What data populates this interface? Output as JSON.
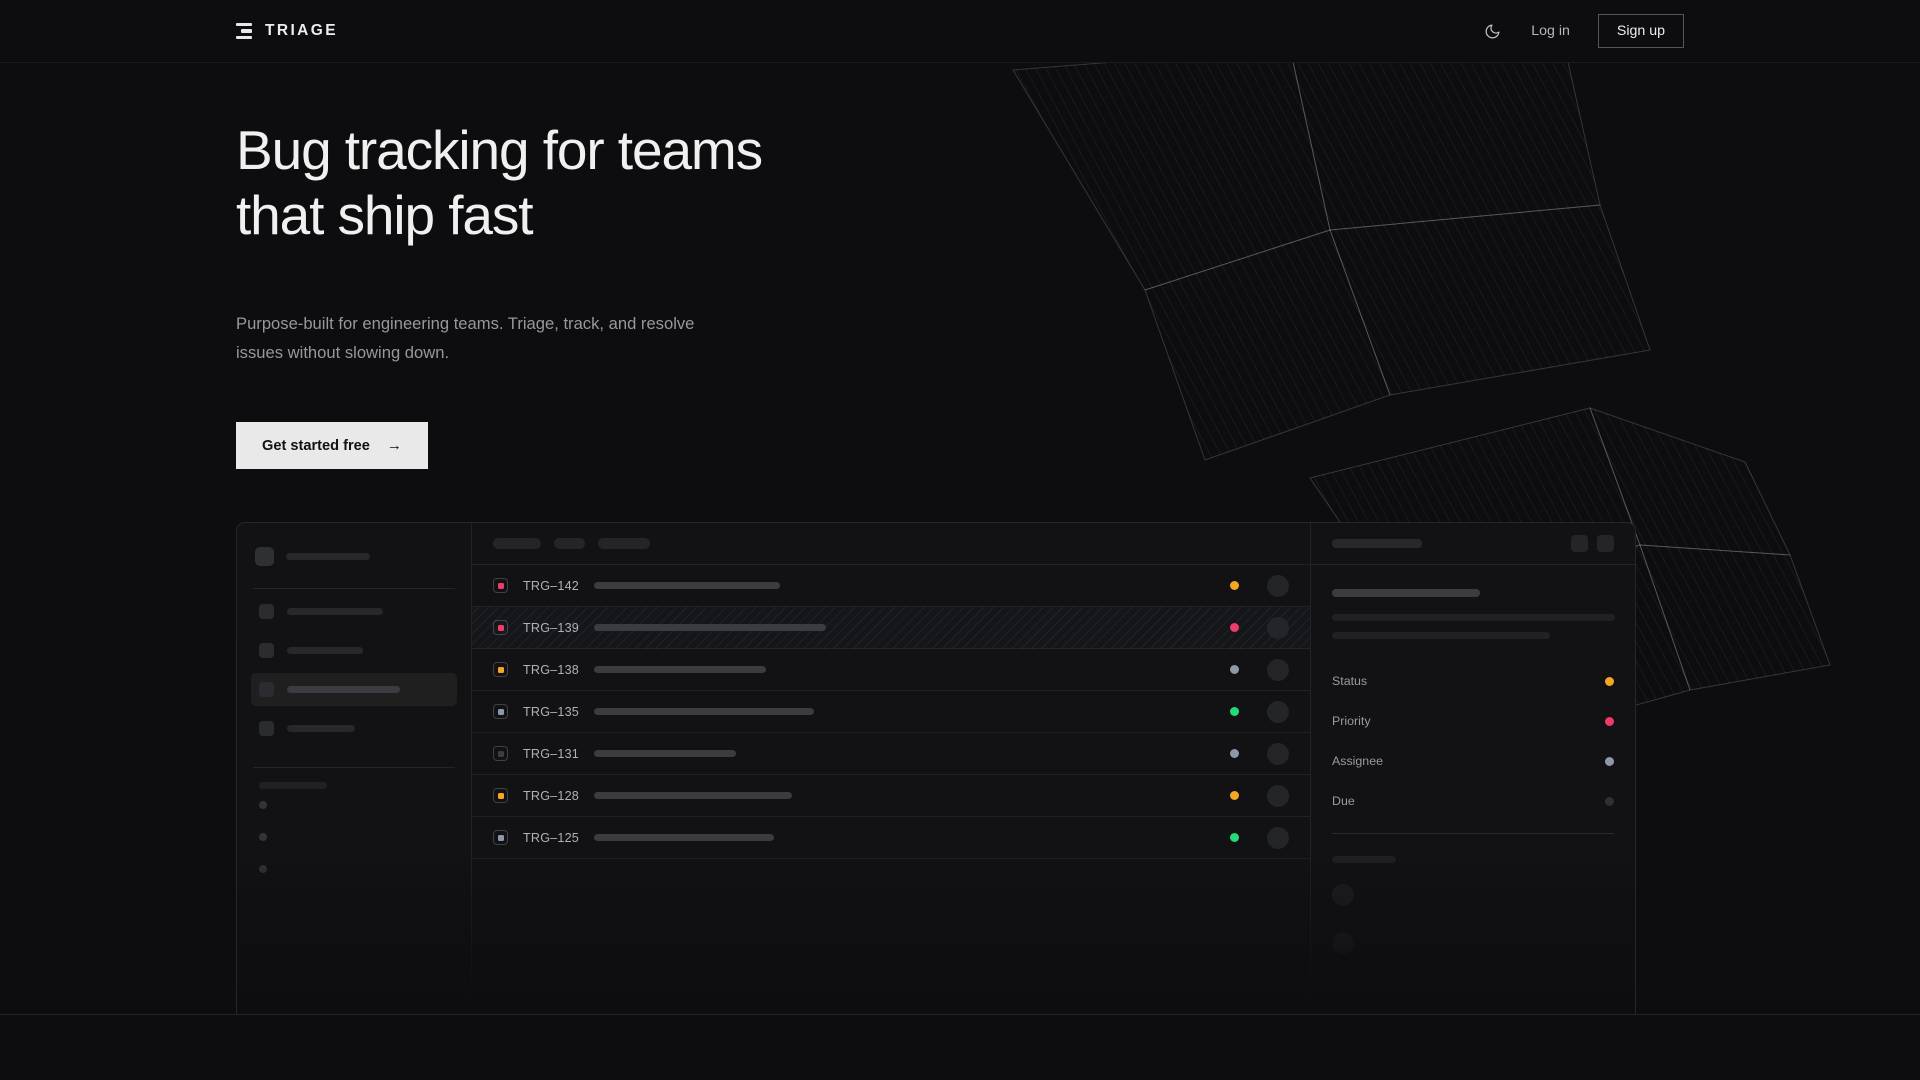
{
  "brand": {
    "name": "TRIAGE",
    "logo_icon": "stacked-bars-icon"
  },
  "nav": {
    "theme_toggle_icon": "moon-icon",
    "login_label": "Log in",
    "signup_label": "Sign up"
  },
  "hero": {
    "heading_line1": "Bug tracking for teams",
    "heading_line2": "that ship fast",
    "subtext": "Purpose-built for engineering teams. Triage, track, and resolve issues without slowing down.",
    "cta_label": "Get started free",
    "cta_arrow": "→"
  },
  "colors": {
    "page_bg": "#0d0d0f",
    "panel_bg": "#121214",
    "accent_amber": "#f5a623",
    "accent_pink": "#ef3b68",
    "accent_green": "#22dd77",
    "accent_slate": "#8d98ad",
    "accent_muted": "#3b3d42",
    "cta_bg": "#e9e9e9",
    "text_primary": "#f0f0f0",
    "text_muted": "#98989b"
  },
  "mockup": {
    "sidebar": {
      "workspace_label_width": 84,
      "nav_items": [
        {
          "label_width": 96,
          "active": false
        },
        {
          "label_width": 76,
          "active": false
        },
        {
          "label_width": 113,
          "active": true
        },
        {
          "label_width": 68,
          "active": false
        }
      ],
      "section_label_width": 68,
      "dot_items": 3
    },
    "list": {
      "header_pills": [
        48,
        31,
        52
      ],
      "rows": [
        {
          "id": "TRG–142",
          "badge_color": "#ef3b68",
          "title_width": 186,
          "status_color": "#f5a623",
          "striped": false
        },
        {
          "id": "TRG–139",
          "badge_color": "#ef3b68",
          "title_width": 232,
          "status_color": "#ef3b68",
          "striped": true
        },
        {
          "id": "TRG–138",
          "badge_color": "#f5a623",
          "title_width": 172,
          "status_color": "#8d98ad",
          "striped": false
        },
        {
          "id": "TRG–135",
          "badge_color": "#8d98ad",
          "title_width": 220,
          "status_color": "#22dd77",
          "striped": false
        },
        {
          "id": "TRG–131",
          "badge_color": "#3b3d42",
          "title_width": 142,
          "status_color": "#8d98ad",
          "striped": false
        },
        {
          "id": "TRG–128",
          "badge_color": "#f5a623",
          "title_width": 198,
          "status_color": "#f5a623",
          "striped": false
        },
        {
          "id": "TRG–125",
          "badge_color": "#8d98ad",
          "title_width": 180,
          "status_color": "#22dd77",
          "striped": false
        }
      ]
    },
    "detail": {
      "title_skeleton_width": 90,
      "action_buttons": 2,
      "body_title_width": 148,
      "body_lines": [
        283,
        218
      ],
      "meta": [
        {
          "label": "Status",
          "color": "#f5a623"
        },
        {
          "label": "Priority",
          "color": "#ef3b68"
        },
        {
          "label": "Assignee",
          "color": "#8d98ad"
        },
        {
          "label": "Due",
          "color": "#2e3034"
        }
      ],
      "activity_label_width": 64,
      "activity_avatars": 2
    }
  }
}
